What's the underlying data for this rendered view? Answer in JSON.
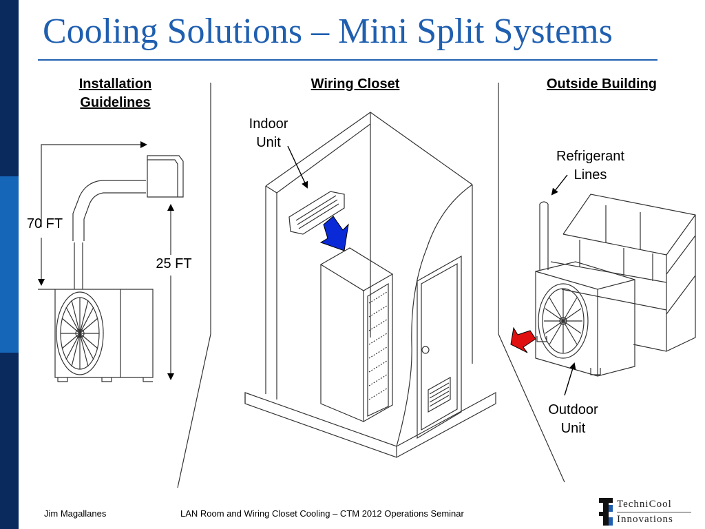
{
  "slide": {
    "title": "Cooling Solutions – Mini Split Systems",
    "headers": {
      "installation_line1": "Installation",
      "installation_line2": "Guidelines",
      "wiring_closet": "Wiring Closet",
      "outside_building": "Outside Building"
    },
    "labels": {
      "seventy_ft": "70 FT",
      "twentyfive_ft": "25 FT",
      "indoor_unit_line1": "Indoor",
      "indoor_unit_line2": "Unit",
      "refrigerant_line1": "Refrigerant",
      "refrigerant_line2": "Lines",
      "outdoor_unit_line1": "Outdoor",
      "outdoor_unit_line2": "Unit"
    },
    "footer": {
      "author": "Jim Magallanes",
      "event": "LAN Room and Wiring Closet Cooling – CTM 2012 Operations Seminar"
    },
    "logo": {
      "line1": "TechniCool",
      "line2": "Innovations"
    },
    "colors": {
      "title": "#1f5fb0",
      "sidebar_dark": "#0a2a5e",
      "sidebar_mid": "#1565b8",
      "indoor_arrow": "#0a2ad8",
      "outdoor_arrow": "#e01010"
    }
  }
}
